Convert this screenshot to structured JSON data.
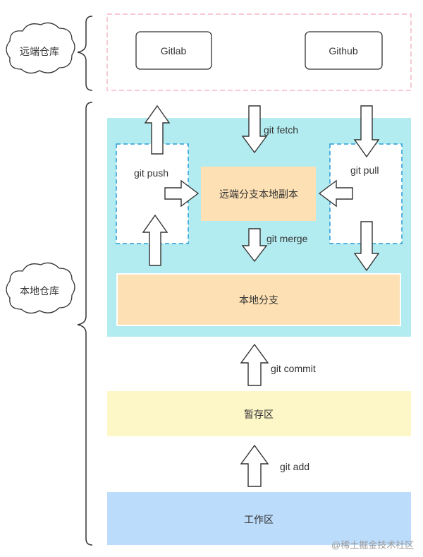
{
  "cloud_remote": "远端仓库",
  "cloud_local": "本地仓库",
  "remote_gitlab": "Gitlab",
  "remote_github": "Github",
  "local_repo_copy": "远端分支本地副本",
  "local_branch": "本地分支",
  "staging_area": "暂存区",
  "working_area": "工作区",
  "cmd_push": "git push",
  "cmd_fetch": "git fetch",
  "cmd_pull": "git pull",
  "cmd_merge": "git merge",
  "cmd_commit": "git commit",
  "cmd_add": "git add",
  "watermark": "@稀土掘金技术社区",
  "colors": {
    "local_repo_bg": "#b3ecf0",
    "orange": "#fde0b3",
    "staging": "#fdf6c7",
    "working": "#bcdcfb",
    "dashed_pink": "#f6b8c3",
    "dashed_blue": "#2a9bd6"
  }
}
